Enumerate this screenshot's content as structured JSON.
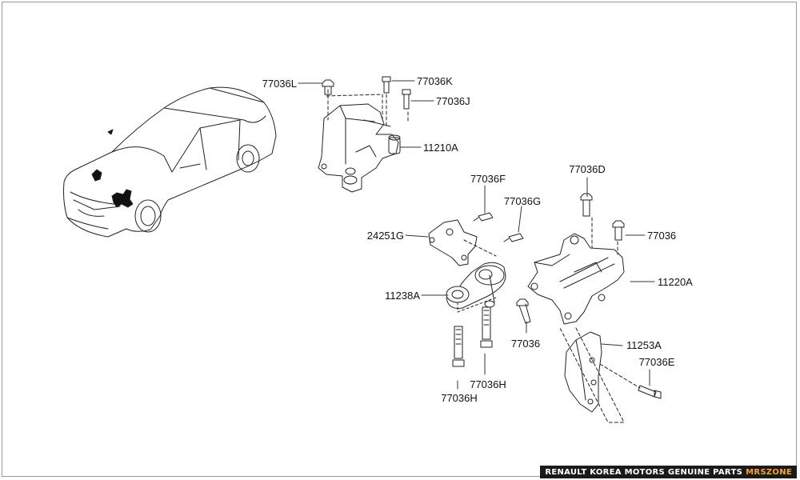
{
  "colors": {
    "stroke": "#222222",
    "footer_bg": "#1a1a1a",
    "footer_text": "#ffffff",
    "brand": "#f5a623"
  },
  "callouts": [
    "77036L",
    "77036K",
    "77036J",
    "11210A",
    "77036F",
    "77036G",
    "24251G",
    "11238A",
    "77036H",
    "77036H",
    "77036D",
    "77036",
    "11220A",
    "77036",
    "11253A",
    "77036E"
  ],
  "footer": {
    "text": "RENAULT KOREA MOTORS GENUINE PARTS",
    "brand": "MRSZONE"
  }
}
